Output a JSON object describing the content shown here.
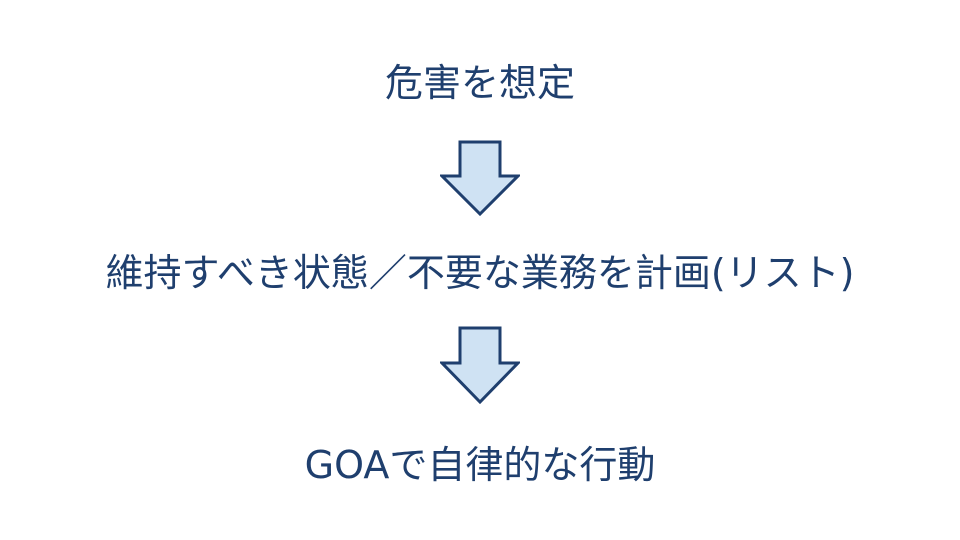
{
  "flow": {
    "steps": [
      {
        "label": "危害を想定"
      },
      {
        "label": "維持すべき状態／不要な業務を計画(リスト)"
      },
      {
        "label": "GOAで自律的な行動"
      }
    ]
  },
  "colors": {
    "text": "#1f3f6e",
    "arrow_fill": "#cfe2f3",
    "arrow_stroke": "#1f3f6e"
  },
  "icons": {
    "connector": "down-arrow-icon"
  }
}
